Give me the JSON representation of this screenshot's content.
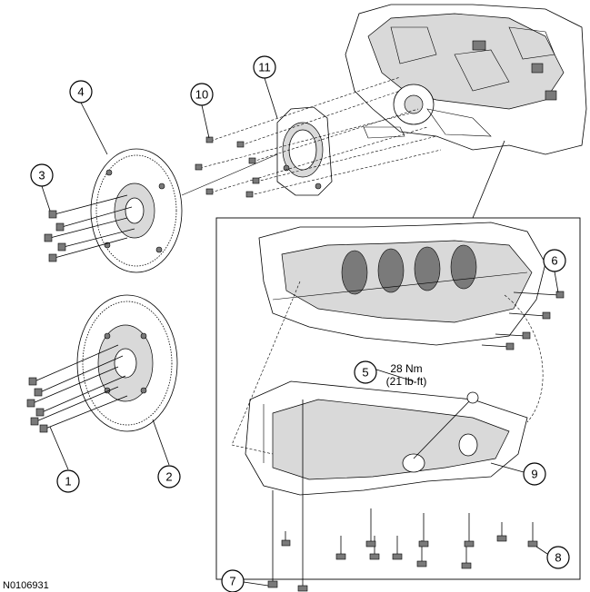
{
  "figure_id": "N0106931",
  "callouts": [
    {
      "id": "c1",
      "label": "1"
    },
    {
      "id": "c2",
      "label": "2"
    },
    {
      "id": "c3",
      "label": "3"
    },
    {
      "id": "c4",
      "label": "4"
    },
    {
      "id": "c5",
      "label": "5"
    },
    {
      "id": "c6",
      "label": "6"
    },
    {
      "id": "c7",
      "label": "7"
    },
    {
      "id": "c8",
      "label": "8"
    },
    {
      "id": "c9",
      "label": "9"
    },
    {
      "id": "c10",
      "label": "10"
    },
    {
      "id": "c11",
      "label": "11"
    }
  ],
  "torque_spec": {
    "metric": "28 Nm",
    "imperial": "(21 lb-ft)"
  }
}
